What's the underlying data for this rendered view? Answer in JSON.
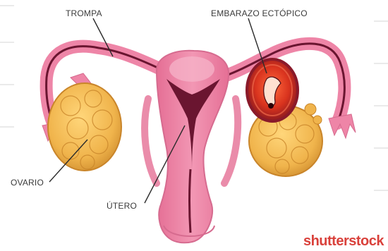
{
  "labels": {
    "tube": "TROMPA",
    "ectopic": "EMBARAZO ECTÓPICO",
    "ovary": "OVARIO",
    "uterus": "ÚTERO"
  },
  "watermark": "shutterstock",
  "colors": {
    "background": "#ffffff",
    "frame_lines": "#d6d6d6",
    "uterus_pink": "#ee85a7",
    "uterus_highlight": "#f5b3c8",
    "cavity_dark": "#6a1530",
    "ovary_fill": "#f0b44c",
    "ovary_edge": "#c9852a",
    "embryo_red": "#d9331e",
    "label_text": "#3a3a3a",
    "watermark_red": "#d9413b"
  }
}
